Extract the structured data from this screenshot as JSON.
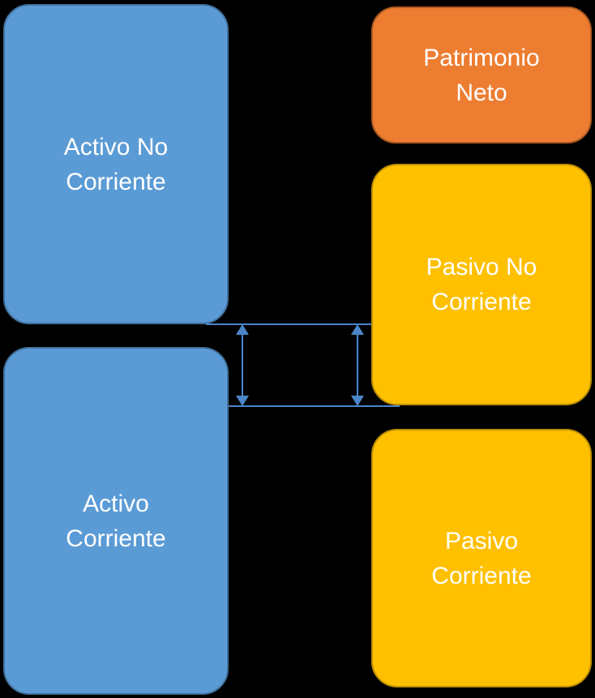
{
  "diagram": {
    "kind": "balance-sheet-structure",
    "background": "#000000"
  },
  "colors": {
    "asset_fill": "#5B9BD5",
    "asset_border": "#41719C",
    "equity_fill": "#ED7D31",
    "equity_border": "#AE5A21",
    "liability_fill": "#FFC000",
    "liability_border": "#BF9000",
    "connector": "#4A86C8",
    "label_text": "#FFFFFF"
  },
  "boxes": {
    "activo_no_corriente": {
      "label": "Activo No\nCorriente"
    },
    "activo_corriente": {
      "label": "Activo\nCorriente"
    },
    "patrimonio_neto": {
      "label": "Patrimonio\nNeto"
    },
    "pasivo_no_corriente": {
      "label": "Pasivo No\nCorriente"
    },
    "pasivo_corriente": {
      "label": "Pasivo\nCorriente"
    }
  },
  "connectors": {
    "type": "double-headed-vertical-arrows",
    "count": 2
  }
}
